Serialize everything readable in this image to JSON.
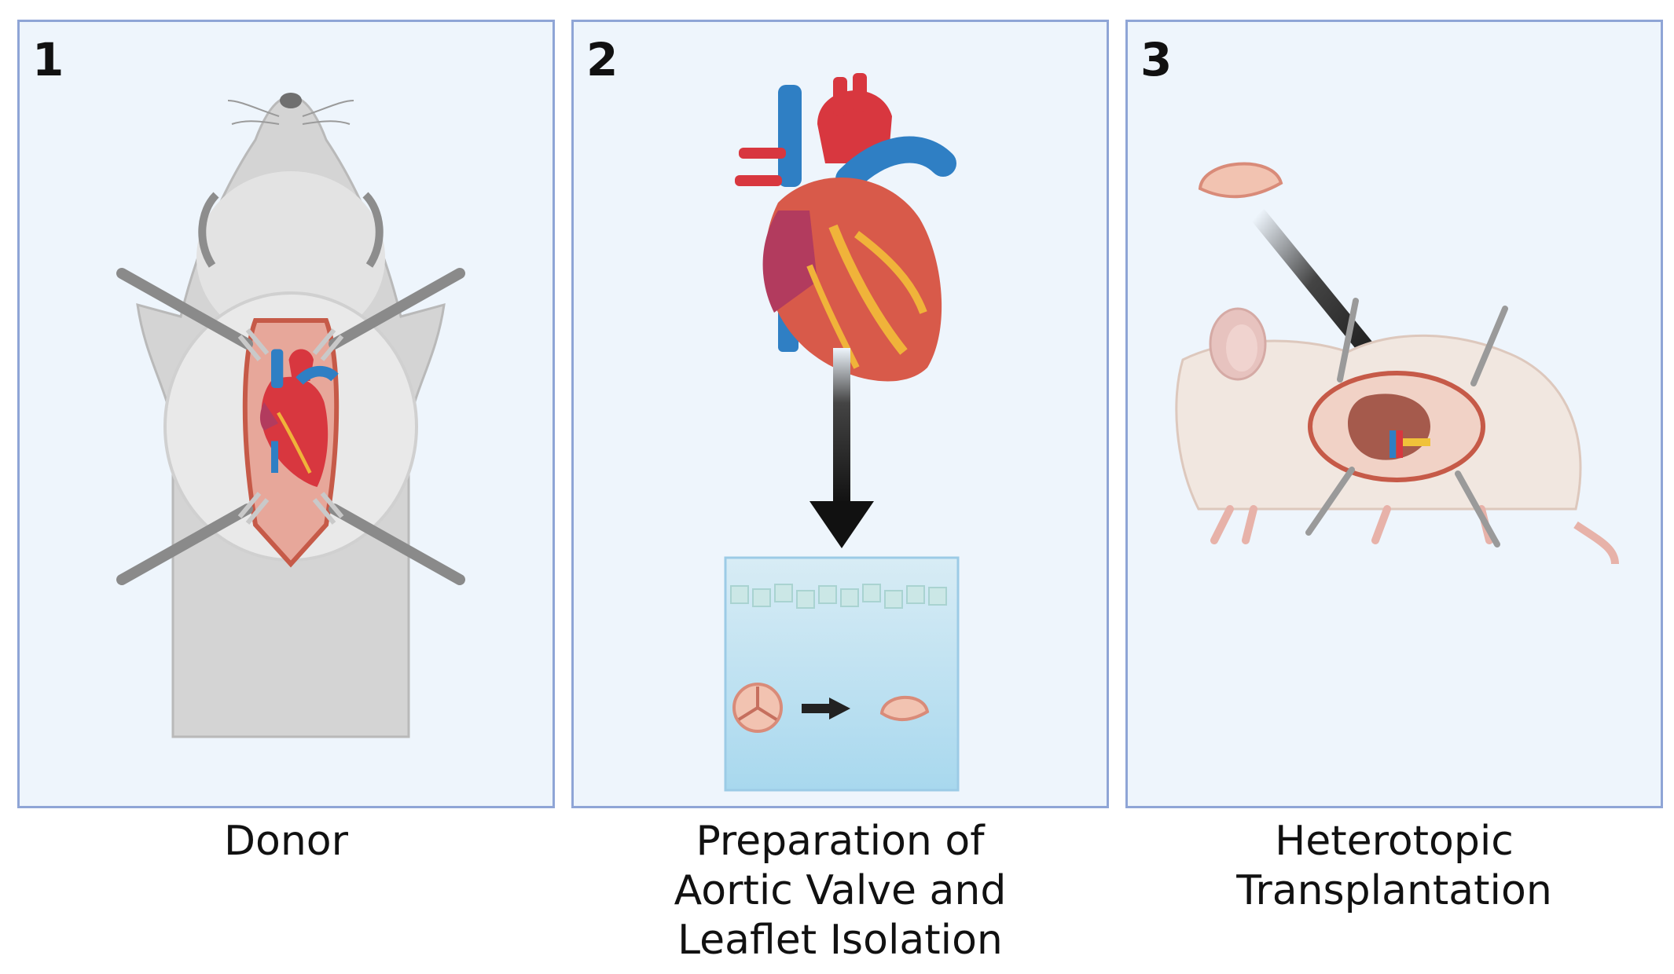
{
  "panels": [
    {
      "number": "1",
      "caption": "Donor"
    },
    {
      "number": "2",
      "caption": "Preparation of\nAortic Valve and\nLeaflet Isolation"
    },
    {
      "number": "3",
      "caption": "Heterotopic\nTransplantation"
    }
  ],
  "colors": {
    "panel_bg": "#eef5fc",
    "panel_border": "#8fa5d6",
    "heart_red": "#d8373f",
    "vessel_blue": "#2f7fc4",
    "leaflet_pink": "#f2c3b1",
    "rat_white": "#f1e7e0",
    "rat_grey": "#c8c8c8",
    "kidney_brown": "#a55a4c"
  },
  "icons": [
    "rat-icon",
    "heart-icon",
    "arrow-down-icon",
    "aortic-valve-icon",
    "leaflet-icon",
    "kidney-icon",
    "retractor-icon"
  ]
}
